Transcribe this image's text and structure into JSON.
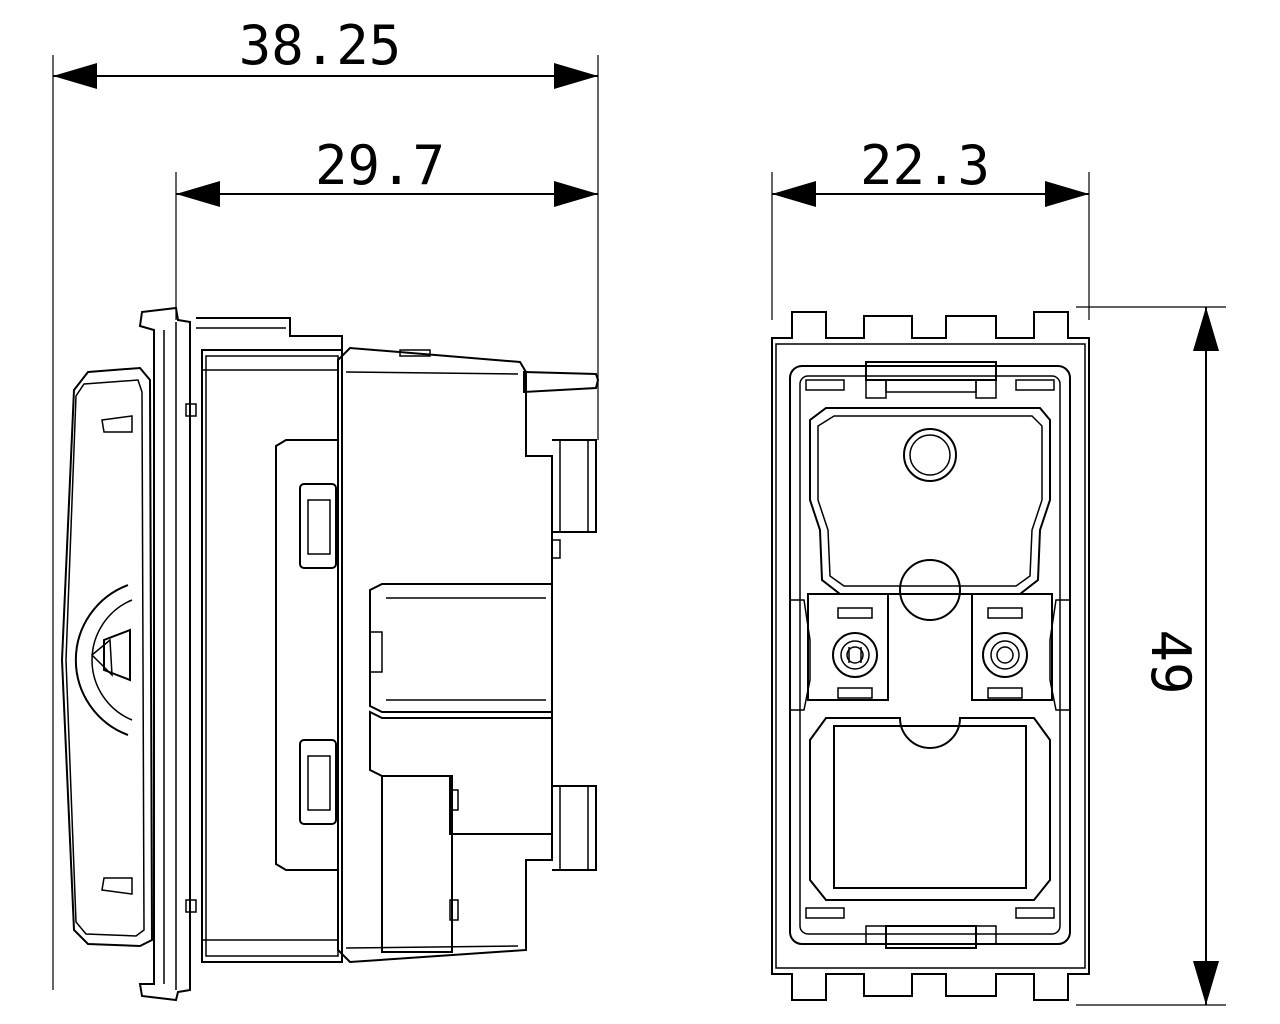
{
  "dimensions": {
    "overall_depth": "38.25",
    "body_depth": "29.7",
    "width": "22.3",
    "height": "49"
  },
  "colors": {
    "line": "#000000",
    "background": "#ffffff"
  }
}
